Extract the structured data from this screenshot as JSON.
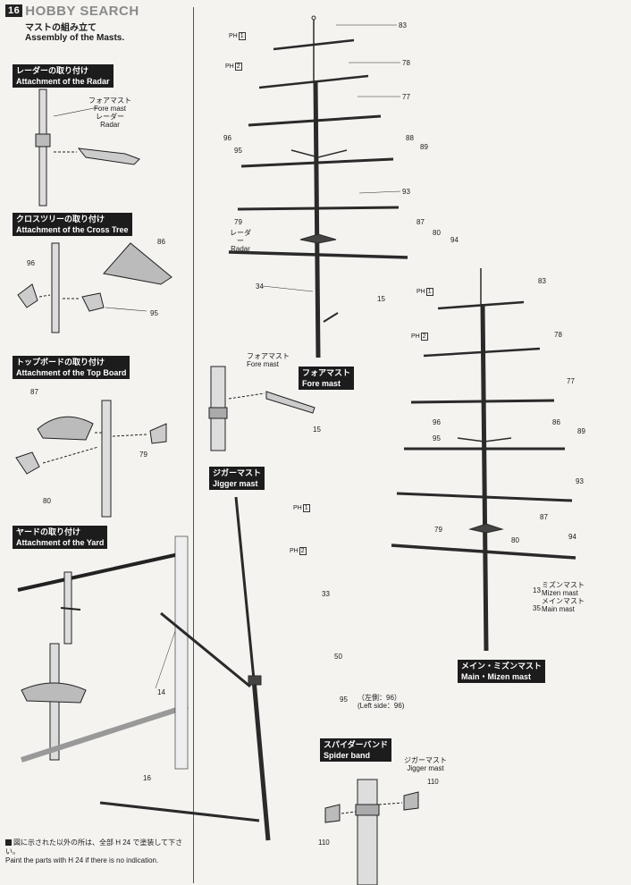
{
  "header": {
    "page_number": "16",
    "brand": "HOBBY SEARCH",
    "title_jp": "マストの組み立て",
    "title_en": "Assembly of the Masts."
  },
  "sections": {
    "radar": {
      "jp": "レーダーの取り付け",
      "en": "Attachment of the Radar",
      "fore_mast_jp": "フォアマスト",
      "fore_mast_en": "Fore mast",
      "radar_jp": "レーダー",
      "radar_en": "Radar"
    },
    "cross_tree": {
      "jp": "クロスツリーの取り付け",
      "en": "Attachment of the Cross Tree",
      "parts": [
        "86",
        "96",
        "95"
      ]
    },
    "top_board": {
      "jp": "トップボードの取り付け",
      "en": "Attachment of the Top Board",
      "parts": [
        "87",
        "79",
        "80"
      ]
    },
    "yard": {
      "jp": "ヤードの取り付け",
      "en": "Attachment of the Yard"
    },
    "fore_mast": {
      "jp": "フォアマスト",
      "en": "Fore mast",
      "detail_jp": "フォアマスト",
      "detail_en": "Fore mast",
      "detail_part": "15",
      "radar_jp": "レーダー",
      "radar_en": "Radar",
      "parts": [
        "83",
        "78",
        "77",
        "96",
        "95",
        "88",
        "89",
        "93",
        "79",
        "87",
        "80",
        "94",
        "34",
        "15"
      ]
    },
    "main_mizen": {
      "jp": "メイン・ミズンマスト",
      "en": "Main・Mizen mast",
      "mizen_jp": "ミズンマスト",
      "mizen_en": "Mizen mast",
      "main_jp": "メインマスト",
      "main_en": "Main mast",
      "parts": [
        "83",
        "78",
        "77",
        "96",
        "95",
        "86",
        "89",
        "93",
        "79",
        "87",
        "80",
        "94",
        "13",
        "35"
      ]
    },
    "jigger": {
      "jp": "ジガーマスト",
      "en": "Jigger mast",
      "parts": [
        "33",
        "50",
        "95",
        "14",
        "16"
      ],
      "left_jp": "（左側：96）",
      "left_en": "(Left side：96)"
    },
    "spider": {
      "jp": "スパイダーバンド",
      "en": "Spider band",
      "jigger_jp": "ジガーマスト",
      "jigger_en": "Jigger mast",
      "part": "110"
    }
  },
  "paint": {
    "code1": "H",
    "n1": "1",
    "n2": "2",
    "n24": "24"
  },
  "note": {
    "jp": "図に示された以外の所は、全部 H 24 で塗装して下さい。",
    "en": "Paint the parts with H 24 if there is no indication."
  }
}
